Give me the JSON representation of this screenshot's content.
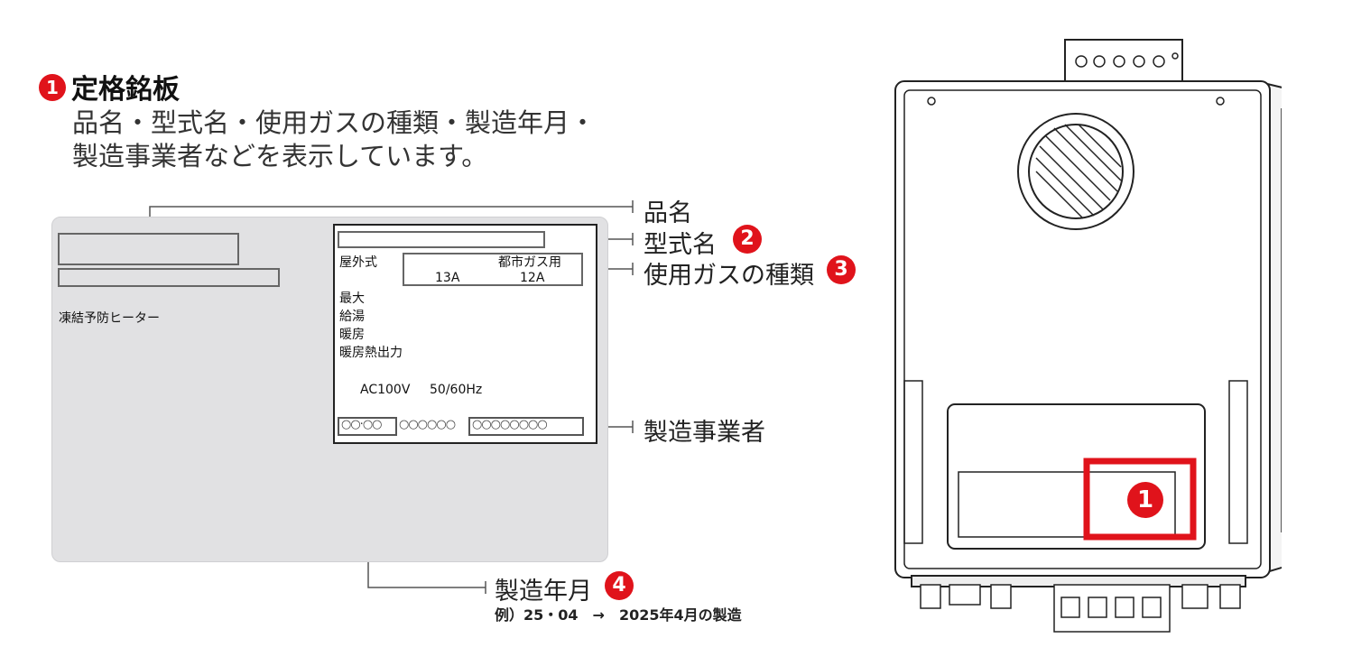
{
  "heading": {
    "badge": "1",
    "title": "定格銘板",
    "desc_line1": "品名・型式名・使用ガスの種類・製造年月・",
    "desc_line2": "製造事業者などを表示しています。"
  },
  "plate": {
    "left_note": "凍結予防ヒーター",
    "install_type": "屋外式",
    "gas_header": "都市ガス用",
    "gas_types": [
      "13A",
      "12A"
    ],
    "rows": [
      "最大",
      "給湯",
      "暖房",
      "暖房熱出力"
    ],
    "voltage": "AC100V",
    "frequency": "50/60Hz",
    "date_code": "○○·○○",
    "middle_code": "○○○○○○",
    "maker_code": "○○○○○○○○"
  },
  "callouts": {
    "product_name": "品名",
    "model_name": "型式名",
    "model_badge": "2",
    "gas_type": "使用ガスの種類",
    "gas_badge": "3",
    "manufacturer": "製造事業者",
    "manufacture_date": "製造年月",
    "date_badge": "4",
    "example": "例）25・04　→　2025年4月の製造"
  },
  "device": {
    "highlight_badge": "1",
    "highlight_color": "#e0131b"
  }
}
